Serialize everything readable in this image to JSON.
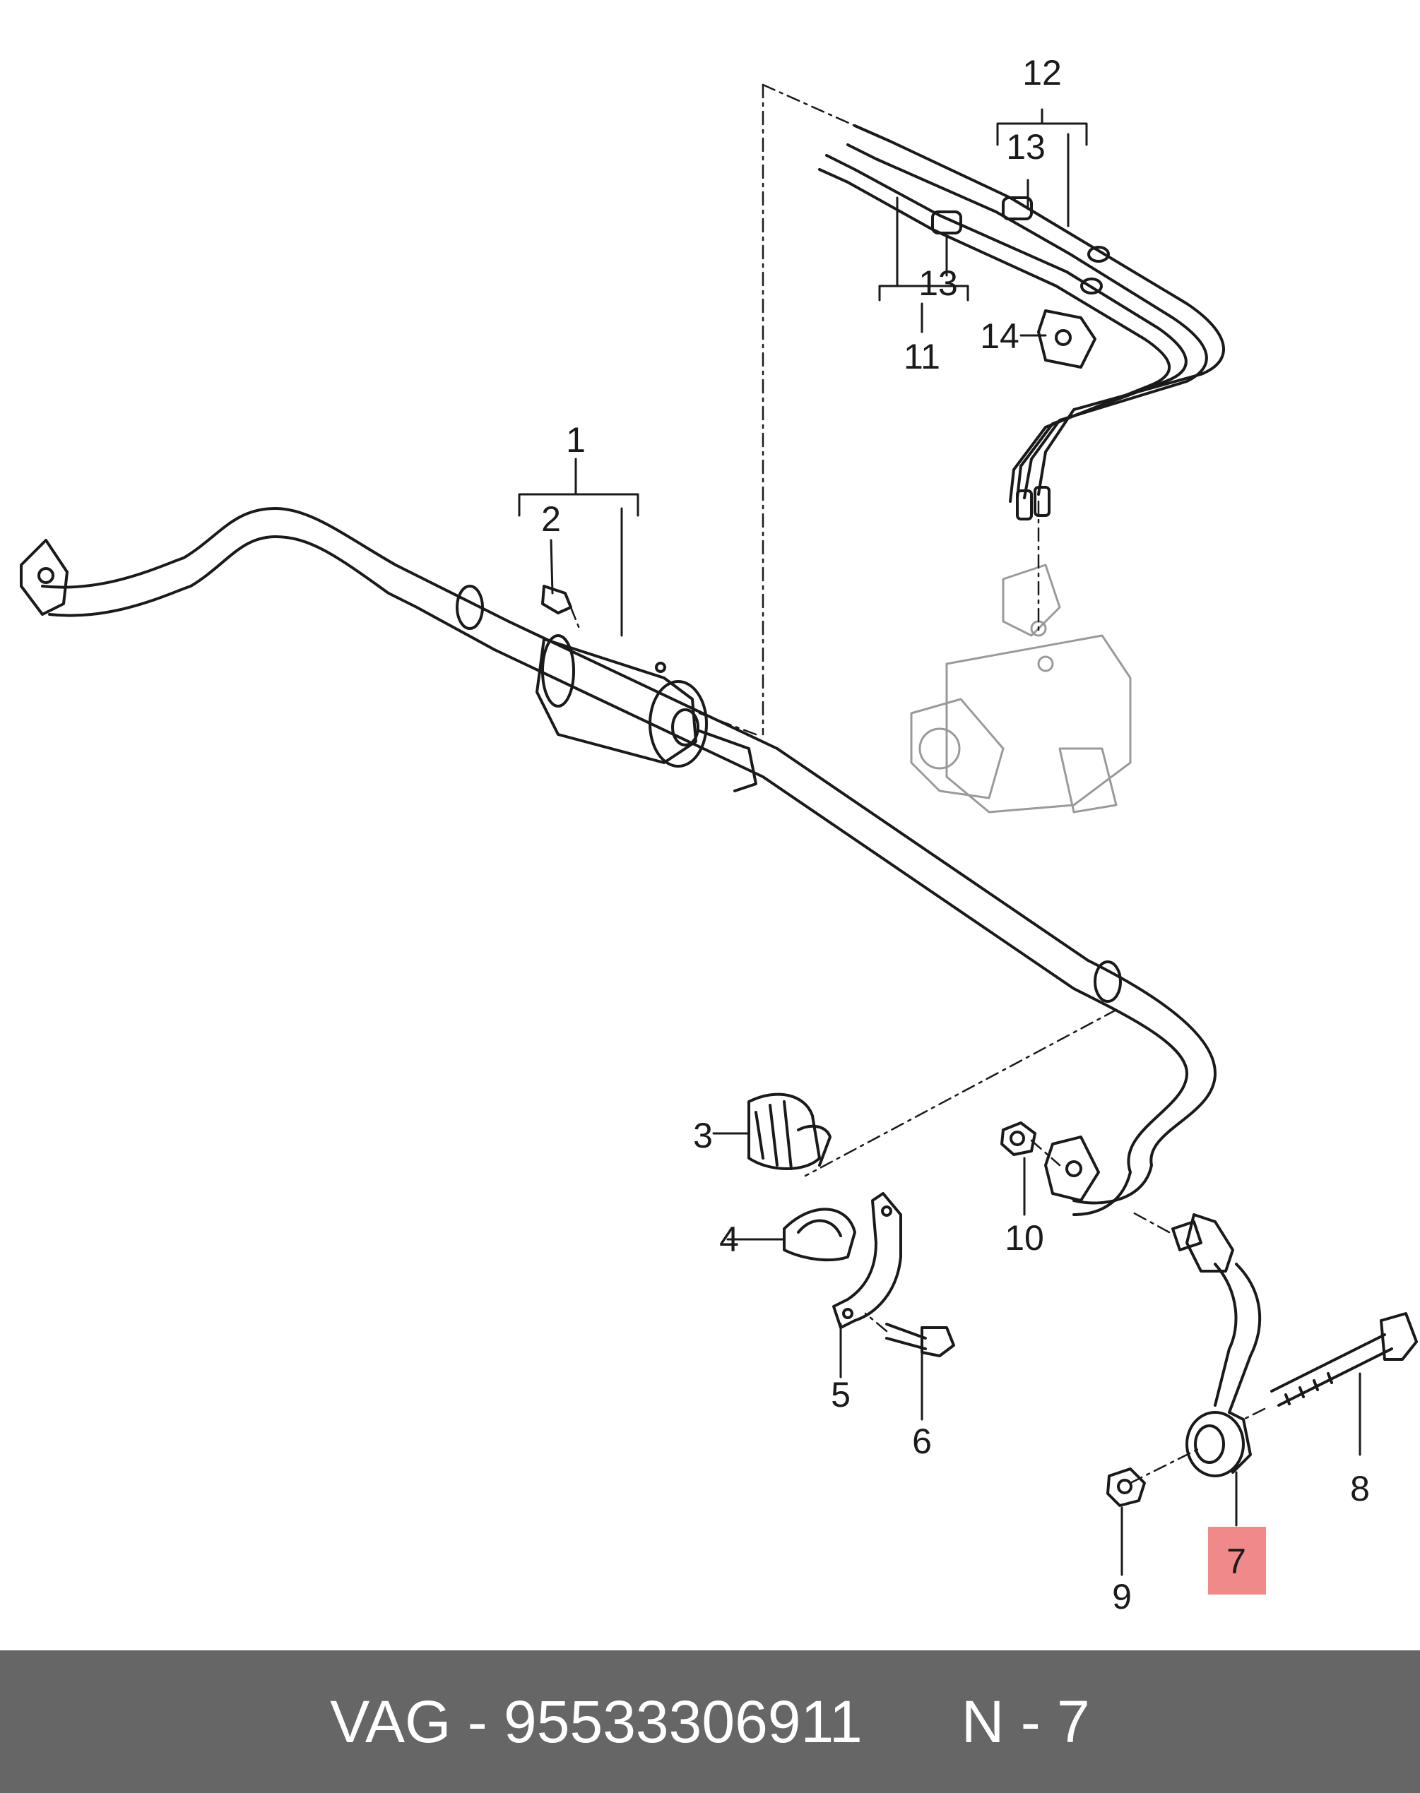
{
  "callouts": [
    "1",
    "2",
    "3",
    "4",
    "5",
    "6",
    "7",
    "8",
    "9",
    "10",
    "11",
    "12",
    "13",
    "13",
    "14"
  ],
  "highlighted_callout": "7",
  "footer": {
    "brand": "VAG",
    "separator": " - ",
    "part_number": "95533306911",
    "position_text": "N - 7"
  },
  "colors": {
    "highlight": "#f08a8a",
    "footer_bg": "#666666",
    "line": "#1a1a1a"
  }
}
